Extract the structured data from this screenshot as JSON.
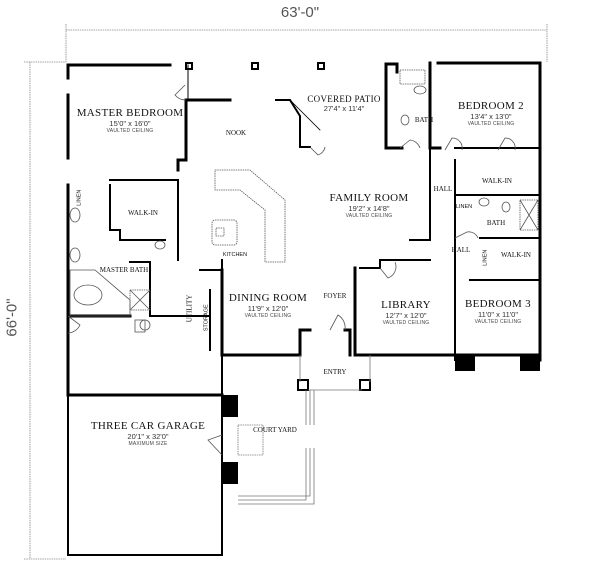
{
  "dimensions": {
    "width": "63'-0\"",
    "depth": "66'-0\""
  },
  "rooms": {
    "master_bedroom": {
      "name": "MASTER BEDROOM",
      "size": "15'0\" x 16'0\"",
      "note": "VAULTED CEILING"
    },
    "covered_patio": {
      "name": "COVERED PATIO",
      "size": "27'4\" x 11'4\""
    },
    "bedroom2": {
      "name": "BEDROOM 2",
      "size": "13'4\" x 13'0\"",
      "note": "VAULTED CEILING"
    },
    "family_room": {
      "name": "FAMILY ROOM",
      "size": "19'2\" x 14'8\"",
      "note": "VAULTED CEILING"
    },
    "dining_room": {
      "name": "DINING ROOM",
      "size": "11'9\" x 12'0\"",
      "note": "VAULTED CEILING"
    },
    "library": {
      "name": "LIBRARY",
      "size": "12'7\" x 12'0\"",
      "note": "VAULTED CEILING"
    },
    "bedroom3": {
      "name": "BEDROOM 3",
      "size": "11'0\" x 11'0\"",
      "note": "VAULTED CEILING"
    },
    "garage": {
      "name": "THREE CAR GARAGE",
      "size": "20'1\" x 32'0\"",
      "note": "MAXIMUM SIZE"
    }
  },
  "labels": {
    "nook": "NOOK",
    "kitchen": "KITCHEN",
    "foyer": "FOYER",
    "entry": "ENTRY",
    "court_yard": "COURT YARD",
    "master_bath": "MASTER BATH",
    "master_walkin": "WALK-IN",
    "utility": "UTILITY",
    "storage": "STORAGE",
    "linen_master": "LINEN",
    "bath_top": "BATH",
    "hall_upper": "HALL",
    "hall_lower": "HALL",
    "walkin_bed2": "WALK-IN",
    "walkin_bed3": "WALK-IN",
    "bath_mid": "BATH",
    "linen_mid": "LINEN",
    "linen_hall": "LINEN"
  }
}
